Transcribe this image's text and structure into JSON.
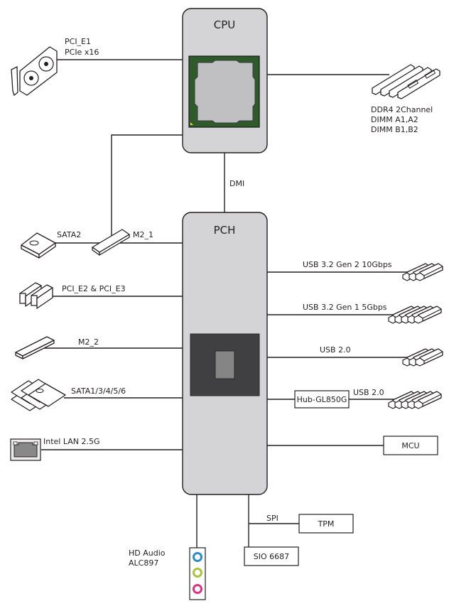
{
  "cpu": {
    "label": "CPU"
  },
  "pch": {
    "label": "PCH"
  },
  "dmi": {
    "label": "DMI"
  },
  "pcie_e1": {
    "line1": "PCI_E1",
    "line2": "PCIe x16"
  },
  "memory": {
    "line1": "DDR4 2Channel",
    "line2": "DIMM A1,A2",
    "line3": "DIMM B1,B2"
  },
  "left_connections": {
    "sata2": "SATA2",
    "m2_1": "M2_1",
    "pcie_e2_e3": "PCI_E2 & PCI_E3",
    "m2_2": "M2_2",
    "sata_multi": "SATA1/3/4/5/6",
    "lan": "Intel LAN 2.5G"
  },
  "right_connections": {
    "usb_gen2": "USB 3.2 Gen 2 10Gbps",
    "usb_gen1": "USB 3.2 Gen 1 5Gbps",
    "usb20": "USB 2.0",
    "hub": "Hub-GL850G",
    "hub_usb20": "USB 2.0",
    "mcu": "MCU"
  },
  "bottom": {
    "spi": "SPI",
    "tpm": "TPM",
    "sio": "SIO 6687",
    "audio_line1": "HD Audio",
    "audio_line2": "ALC897"
  },
  "colors": {
    "chip_fill": "#d4d4d6",
    "cpu_substrate": "#2f5a2c",
    "cpu_ihs": "#c0bfc1",
    "pch_die": "#404042",
    "pch_core": "#858586",
    "audio_blue": "#2a8fc8",
    "audio_green": "#a9c23f",
    "audio_pink": "#d6367f"
  }
}
